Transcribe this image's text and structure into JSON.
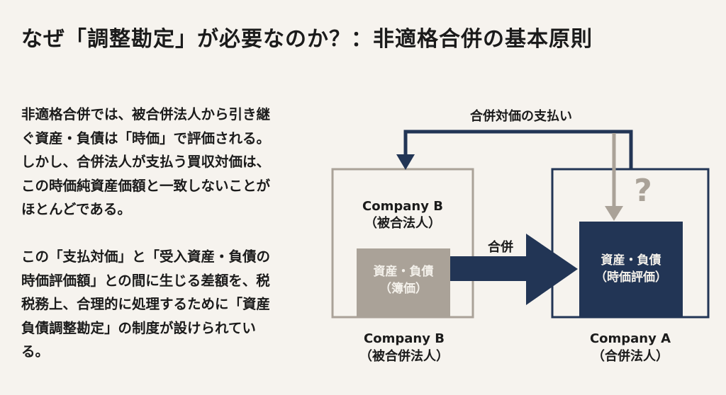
{
  "title": "なぜ「調整勘定」が必要なのか？：非適格合併の基本原則",
  "body": {
    "paragraph1": [
      "非適格合併では、被合併法人から引き継",
      "ぐ資産・負債は「時価」で評価される。",
      "しかし、合併法人が支払う買収対価は、",
      "この時価純資産価額と一致しないことが",
      "ほとんどである。"
    ],
    "paragraph2": [
      "この「支払対価」と「受入資産・負債の",
      "時価評価額」との間に生じる差額を、税",
      "税務上、合理的に処理するために「資産",
      "負債調整勘定」の制度が設けられてい",
      "る。"
    ]
  },
  "diagram": {
    "payment_label": "合併対価の支払い",
    "merger_label": "合併",
    "question_mark": "?",
    "company_b_inner": {
      "name": "Company B",
      "role": "（被合法人）"
    },
    "company_b_assets": {
      "line1": "資産・負債",
      "line2": "（簿価）"
    },
    "company_a_assets": {
      "line1": "資産・負債",
      "line2": "（時価評価）"
    },
    "company_b_caption": {
      "name": "Company B",
      "role": "（被合併法人）"
    },
    "company_a_caption": {
      "name": "Company A",
      "role": "（合併法人）"
    },
    "colors": {
      "navy": "#223555",
      "taupe": "#aaa298",
      "background": "#f6f3ee"
    }
  }
}
